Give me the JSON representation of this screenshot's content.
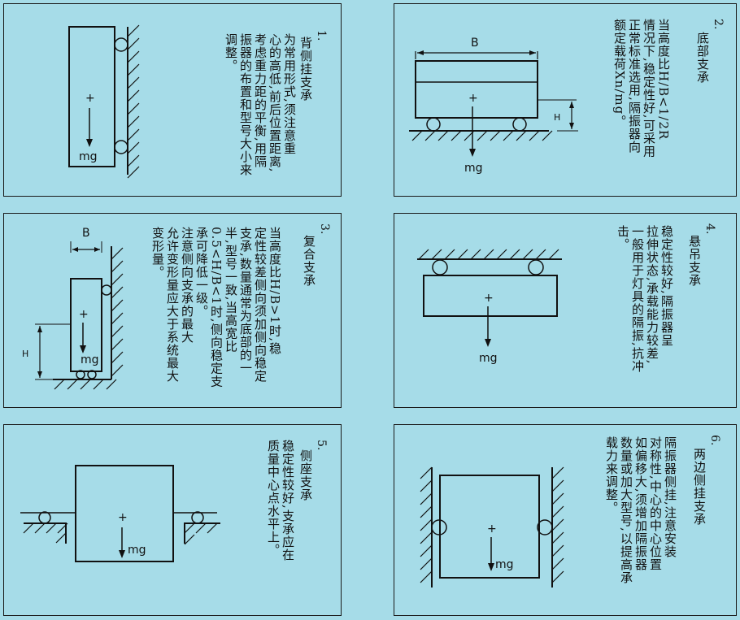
{
  "panels": [
    {
      "num": "1.",
      "title": "背侧挂支承",
      "text": "为常用形式,须注意重\n心的高低,前后位置距离,\n考虑重力距的平衡,用隔\n振器的布置和型号大小来\n调整。",
      "labels": {
        "force": "mg",
        "plus": "+"
      }
    },
    {
      "num": "2.",
      "title": "底部支承",
      "text": "当高度比H/B<1/2R\n情况下,稳定性好,可采用\n正常标准选用,隔振器向\n额定载荷Xn/mg。",
      "labels": {
        "width": "B",
        "height": "H",
        "force": "mg",
        "plus": "+"
      }
    },
    {
      "num": "3.",
      "title": "复合支承",
      "text": "当高度比H/B>1时,稳\n定性较差侧向须加侧向稳定\n支承,数量通常为底部的一\n半,型号一致,当高宽比\n0.5<H/B<1时,侧向稳定支\n承可降低一级。\n注意侧向支承的最大\n允许变形量应大于系统最大\n变形量。",
      "labels": {
        "width": "B",
        "height": "H",
        "force": "mg",
        "plus": "+"
      }
    },
    {
      "num": "4.",
      "title": "悬吊支承",
      "text": "稳定性较好,隔振器呈\n拉伸状态,承载能力较差,\n一般用于灯具的隔振,抗冲\n击。",
      "labels": {
        "force": "mg",
        "plus": "+"
      }
    },
    {
      "num": "5.",
      "title": "侧座支承",
      "text": "稳定性较好,支承应在\n质量中心点水平上。",
      "labels": {
        "force": "mg",
        "plus": "+"
      }
    },
    {
      "num": "6.",
      "title": "两边侧挂支承",
      "text": "隔振器侧挂,注意安装\n对称性,中心的中心位置\n如偏移大,须增加隔振器\n数量或加大型号,以提高承\n载力来调整。",
      "labels": {
        "force": "mg",
        "plus": "+"
      }
    }
  ],
  "colors": {
    "background": "#a6dce8",
    "ink": "#111111"
  }
}
